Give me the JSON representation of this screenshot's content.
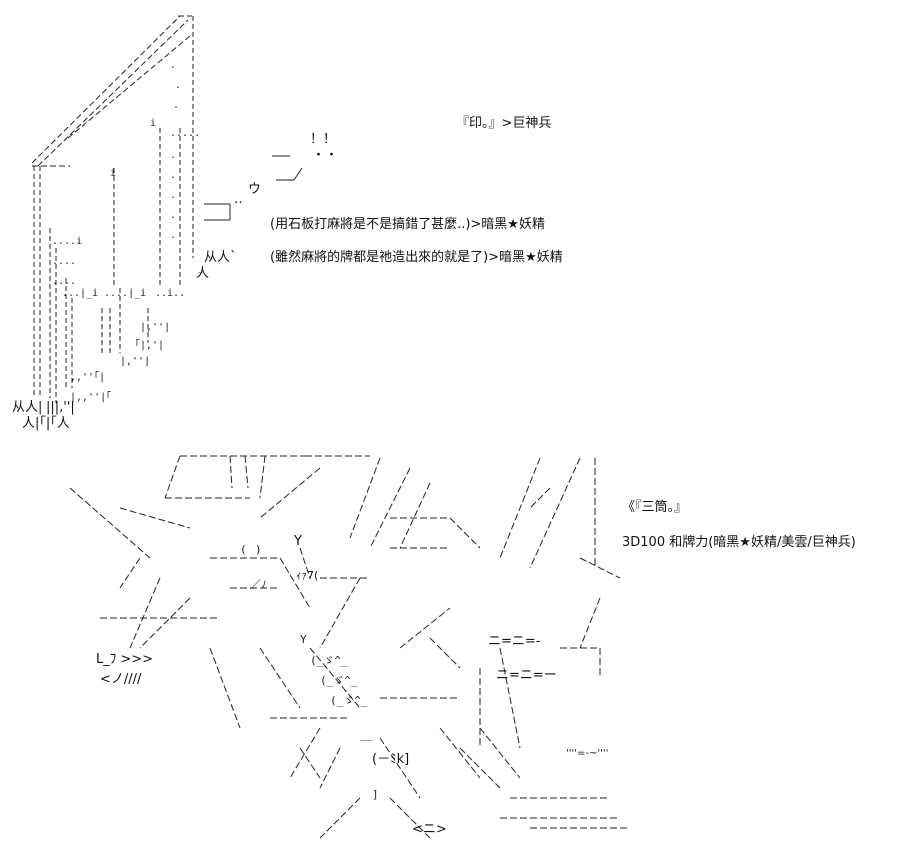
{
  "scene1": {
    "speaker_name": "『印。』>巨神兵",
    "quote1": "(用石板打麻將是不是搞錯了甚麼..)>暗黑★妖精",
    "quote2": "(雖然麻將的牌都是祂造出來的就是了)>暗黑★妖精",
    "ascii_marks": {
      "ex1": "！！",
      "dots": "・・",
      "u": "ウ",
      "small_dots": "‥",
      "bottom_left_1": "从人|",
      "bottom_left_2": "人|｢|｢人",
      "side_chars": "从人`",
      "side_chars2": "人",
      "row_marks": "|,,''|"
    }
  },
  "scene2": {
    "title": "《『三筒。』",
    "caption": "3D100 和牌力(暗黑★妖精/美雲/巨神兵)",
    "ascii_marks": {
      "y_mark": "Y",
      "iya": "ｨｧ7(",
      "ni1": "ニ=ニ=-",
      "ni2": "ニ=ニ=ー",
      "mik": "(－ﾐk]",
      "wave": "''''=-~''''",
      "bottom_arrows": "<ニ>",
      "lbracket": "L_ﾌ >>>",
      "slash": "<ノ////"
    }
  }
}
